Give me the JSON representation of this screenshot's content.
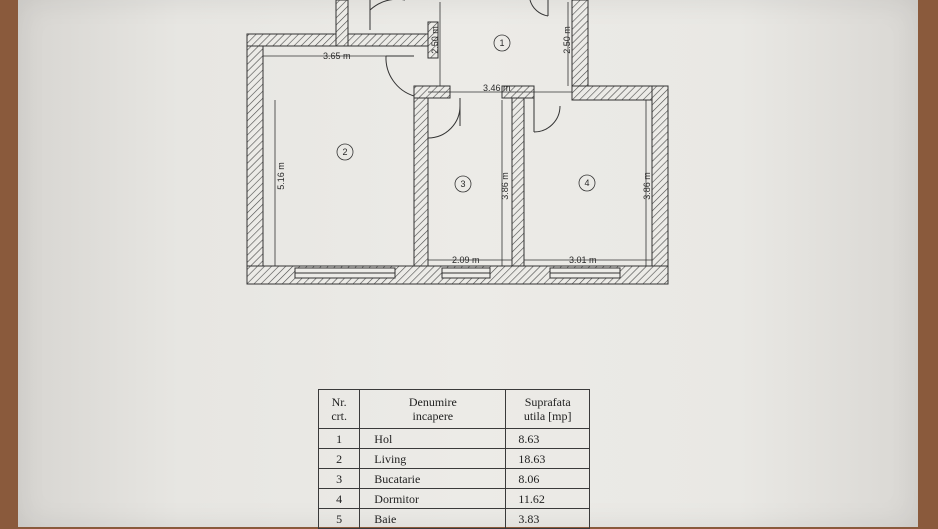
{
  "plan": {
    "dimensions": {
      "hall_height": "2.50 m",
      "hall_height_right": "2.50 m",
      "living_width": "3.65 m",
      "hall_width": "3.46 m",
      "living_height": "5.16 m",
      "kitchen_height": "3.86 m",
      "bedroom_height": "3.86 m",
      "kitchen_width": "2.09 m",
      "bedroom_width": "3.01 m"
    },
    "room_numbers": [
      "1",
      "2",
      "3",
      "4"
    ]
  },
  "table": {
    "headers": [
      "Nr.\ncrt.",
      "Denumire\nincapere",
      "Suprafata\nutila [mp]"
    ],
    "rows": [
      {
        "nr": "1",
        "name": "Hol",
        "area": "8.63"
      },
      {
        "nr": "2",
        "name": "Living",
        "area": "18.63"
      },
      {
        "nr": "3",
        "name": "Bucatarie",
        "area": "8.06"
      },
      {
        "nr": "4",
        "name": "Dormitor",
        "area": "11.62"
      },
      {
        "nr": "5",
        "name": "Baie",
        "area": "3.83"
      }
    ]
  }
}
